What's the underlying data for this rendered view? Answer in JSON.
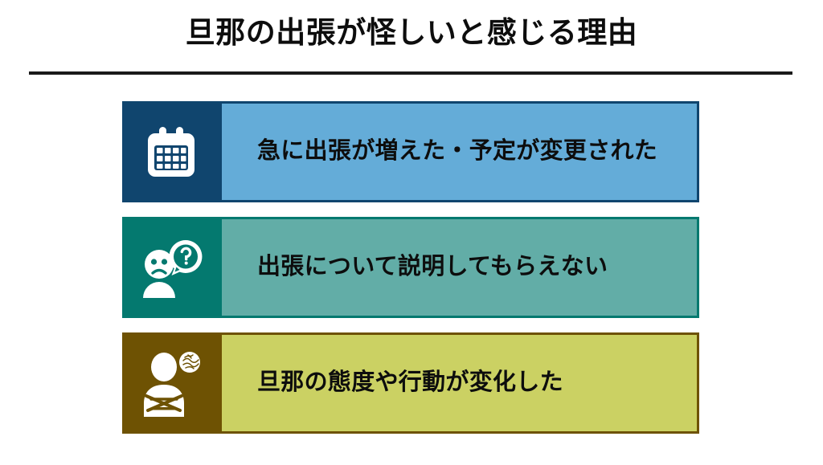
{
  "slide": {
    "title": "旦那の出張が怪しいと感じる理由",
    "background_color": "#FFFFFF",
    "title_color": "#0D0D0D",
    "rule_color": "#1A1A1A"
  },
  "rows": [
    {
      "label": "急に出張が増えた・予定が変更された",
      "icon": "calendar-icon",
      "icon_panel_color": "#10456E",
      "text_panel_color": "#64ACD8",
      "text_panel_border_color": "#10456E",
      "icon_color": "#FFFFFF",
      "text_color": "#0D0D0D"
    },
    {
      "label": "出張について説明してもらえない",
      "icon": "confused-person-question-icon",
      "icon_panel_color": "#04796F",
      "text_panel_color": "#62ADA7",
      "text_panel_border_color": "#04796F",
      "icon_color": "#FFFFFF",
      "text_color": "#0D0D0D"
    },
    {
      "label": "旦那の態度や行動が変化した",
      "icon": "arms-crossed-person-icon",
      "icon_panel_color": "#6E5203",
      "text_panel_color": "#CBD163",
      "text_panel_border_color": "#6E5203",
      "icon_color": "#FFFFFF",
      "text_color": "#0D0D0D"
    }
  ]
}
